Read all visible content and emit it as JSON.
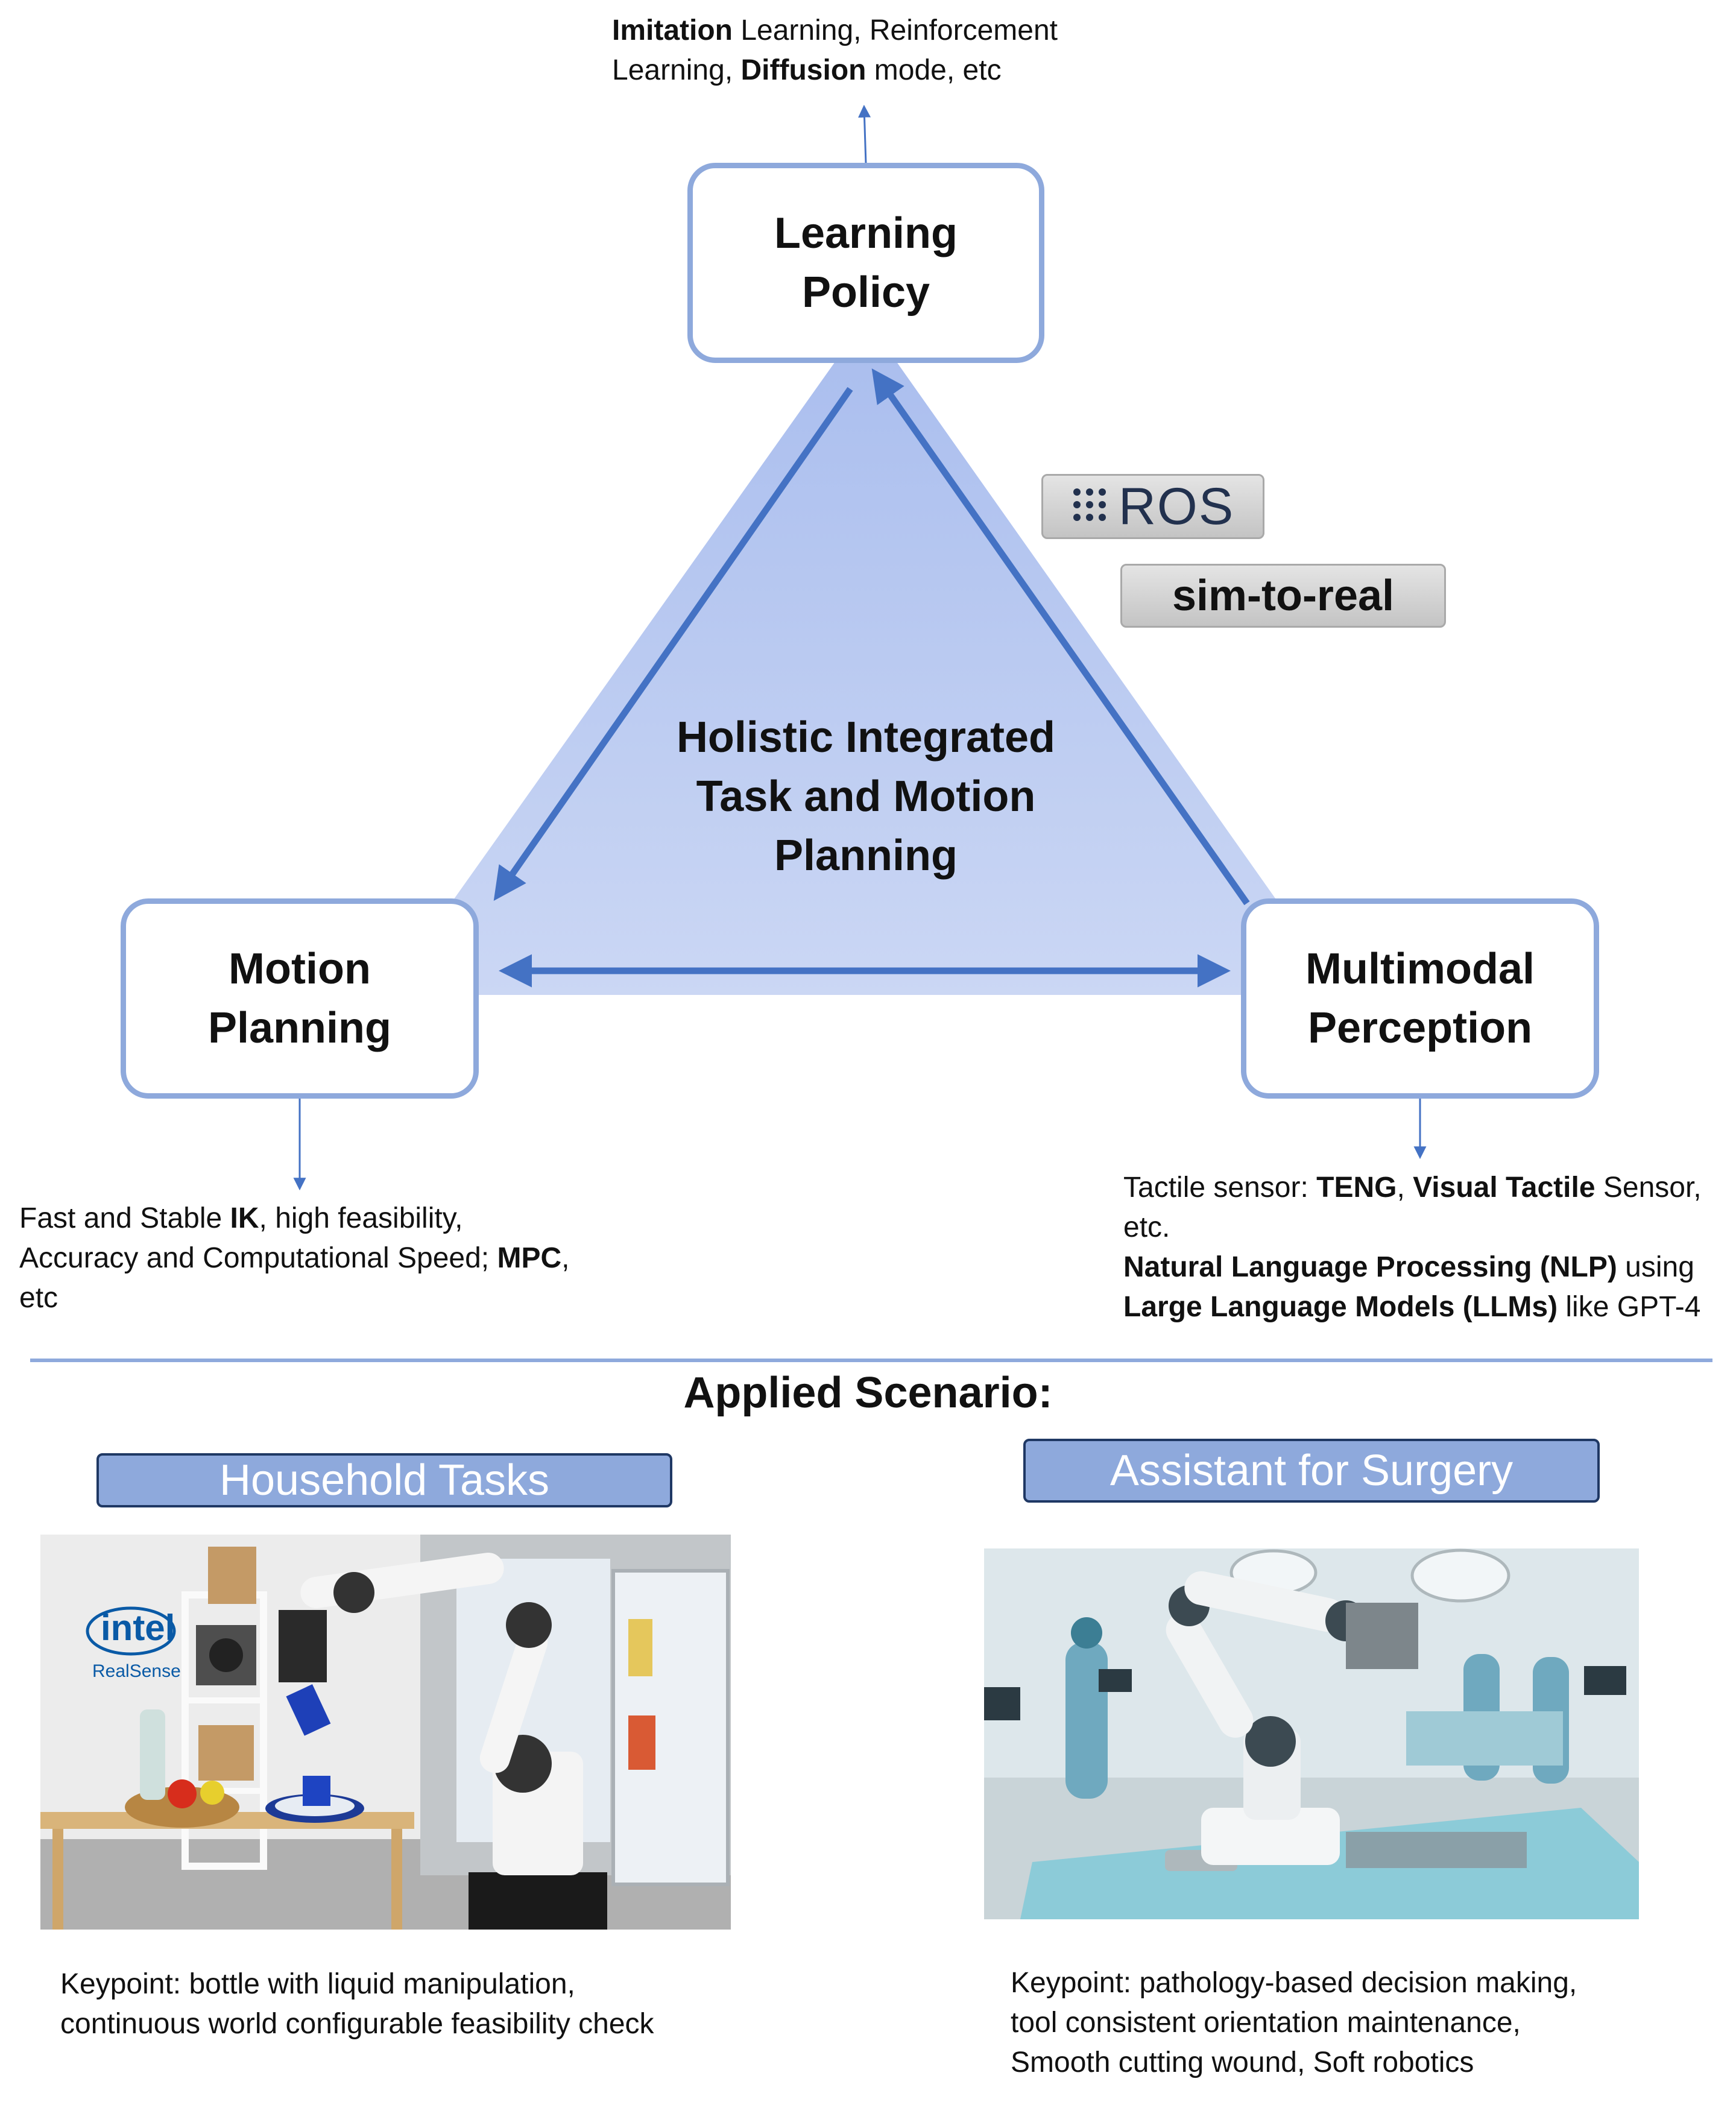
{
  "center": {
    "lines": [
      "Holistic Integrated",
      "Task and Motion",
      "Planning"
    ]
  },
  "nodes": {
    "learning": {
      "lines": [
        "Learning",
        "Policy"
      ]
    },
    "motion": {
      "lines": [
        "Motion",
        "Planning"
      ]
    },
    "perception": {
      "lines": [
        "Multimodal",
        "Perception"
      ]
    }
  },
  "tags": {
    "ros": "ROS",
    "sim": "sim-to-real"
  },
  "notes": {
    "learning": {
      "l1_b": "Imitation",
      "l1_t": " Learning, Reinforcement",
      "l2_a": "Learning, ",
      "l2_b": "Diffusion",
      "l2_t": " mode, etc"
    },
    "motion": {
      "l1_a": "Fast and Stable ",
      "l1_b": "IK",
      "l1_t": ", high feasibility,",
      "l2_a": "Accuracy and Computational Speed; ",
      "l2_b": "MPC",
      "l2_t": ",",
      "l3": "etc"
    },
    "perception": {
      "l1_a": "Tactile sensor: ",
      "l1_b": "TENG",
      "l1_c": ", ",
      "l1_d": "Visual Tactile",
      "l1_t": " Sensor,",
      "l2": "etc.",
      "l3_b": "Natural Language Processing (NLP)",
      "l3_t": " using",
      "l4_b": "Large Language Models (LLMs)",
      "l4_t": " like GPT-4"
    }
  },
  "applied": {
    "heading": "Applied Scenario:",
    "household": {
      "title": "Household Tasks",
      "logo_brand": "intel",
      "logo_sub": "RealSense",
      "keypoint": [
        "Keypoint: bottle with liquid manipulation,",
        "continuous world configurable feasibility check"
      ]
    },
    "surgery": {
      "title": "Assistant for Surgery",
      "keypoint": [
        "Keypoint: pathology-based decision making,",
        "tool consistent orientation maintenance,",
        "Smooth cutting wound, Soft robotics"
      ]
    }
  },
  "colors": {
    "accent": "#4472c4",
    "node_border": "#8ea9dc",
    "triangle": "#b4c6ee",
    "divider": "#8ea9dc",
    "scenario_fill": "#8ea9dc"
  }
}
